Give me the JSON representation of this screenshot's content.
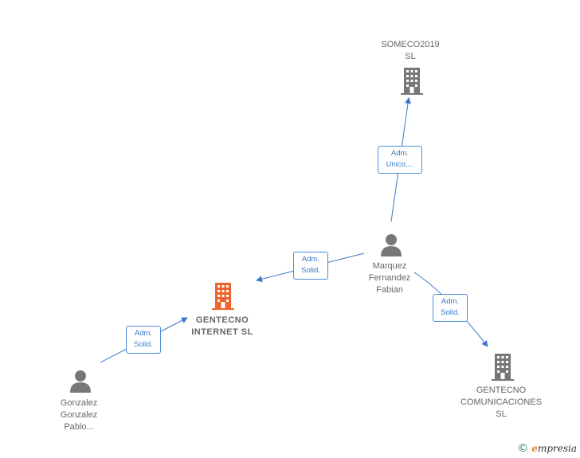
{
  "nodes": {
    "someco": {
      "line1": "SOMECO2019",
      "line2": "SL"
    },
    "gentecno_internet": {
      "line1": "GENTECNO",
      "line2": "INTERNET  SL"
    },
    "gentecno_com": {
      "line1": "GENTECNO",
      "line2": "COMUNICACIONES",
      "line3": "SL"
    },
    "marquez": {
      "line1": "Marquez",
      "line2": "Fernandez",
      "line3": "Fabian"
    },
    "gonzalez": {
      "line1": "Gonzalez",
      "line2": "Gonzalez",
      "line3": "Pablo..."
    }
  },
  "edges": {
    "to_someco": {
      "line1": "Adm.",
      "line2": "Unico,..."
    },
    "marquez_to_internet": {
      "line1": "Adm.",
      "line2": "Solid."
    },
    "marquez_to_com": {
      "line1": "Adm.",
      "line2": "Solid."
    },
    "gonzalez_to_internet": {
      "line1": "Adm.",
      "line2": "Solid."
    }
  },
  "brand": {
    "copyright": "©",
    "name_e": "e",
    "name_rest": "mpresia"
  },
  "colors": {
    "edge": "#3a78c8",
    "company": "#777777",
    "company_main": "#f0622e",
    "person": "#777777"
  }
}
